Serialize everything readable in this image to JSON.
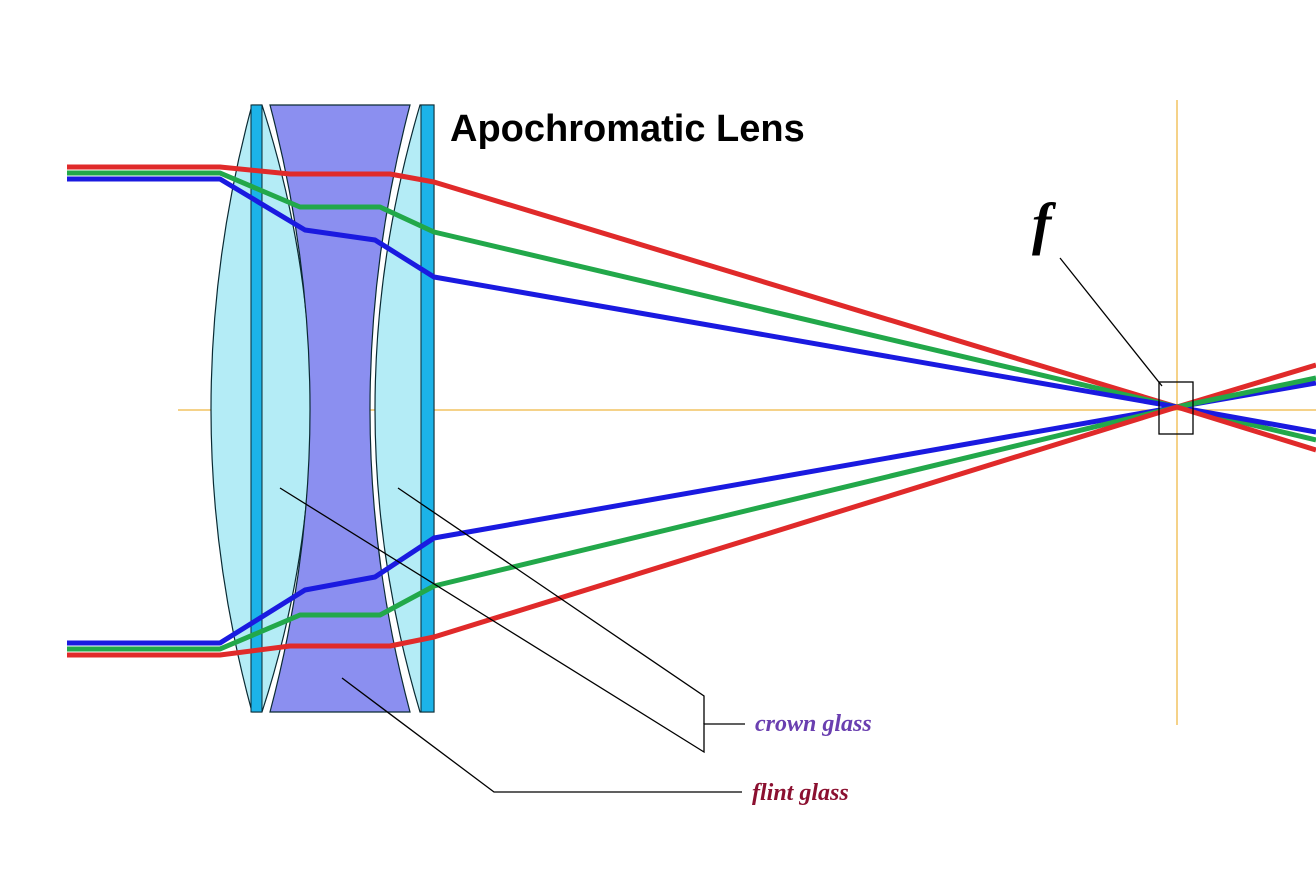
{
  "title": "Apochromatic Lens",
  "focal_label": "f",
  "labels": {
    "crown": "crown glass",
    "flint": "flint glass"
  },
  "colors": {
    "crown_glass_fill": "#b4ecf6",
    "crown_glass_edge": "#0a2a33",
    "flint_glass_fill": "#8b8ff0",
    "flat_face": "#1cb3e8",
    "axis_line": "#f2c462",
    "ray_red": "#e02a2a",
    "ray_green": "#22a84a",
    "ray_blue": "#1a1ae0",
    "crown_label": "#6a3fb0",
    "flint_label": "#8b1030"
  },
  "rays": [
    "red",
    "green",
    "blue"
  ]
}
